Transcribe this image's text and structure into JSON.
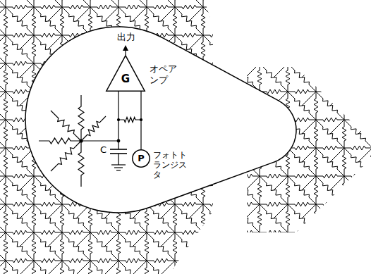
{
  "diagram": {
    "nodes": [
      {
        "text": [
          "G",
          "オペアンプ"
        ]
      },
      {
        "text": [
          "P",
          "フォトトランジスタ"
        ]
      }
    ],
    "edges": [
      {
        "from": 0,
        "to": 1,
        "arrow": "none"
      }
    ],
    "labels": [
      "出力",
      "C"
    ]
  }
}
